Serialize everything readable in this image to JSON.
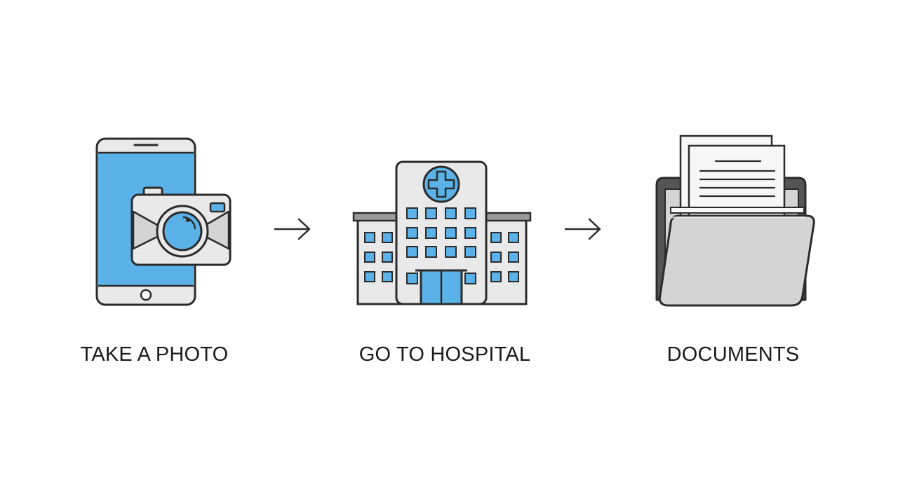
{
  "steps": [
    {
      "label": "TAKE A PHOTO",
      "icon": "phone-camera-icon"
    },
    {
      "label": "GO TO HOSPITAL",
      "icon": "hospital-building-icon"
    },
    {
      "label": "DOCUMENTS",
      "icon": "document-folder-icon"
    }
  ],
  "connectors": [
    "arrow-right-icon",
    "arrow-right-icon"
  ],
  "colors": {
    "stroke": "#2b2b2b",
    "accent_blue": "#5bb2e8",
    "light_gray": "#e9e9e9",
    "mid_gray": "#d4d4d4",
    "dark_gray": "#555555",
    "paper": "#f7f7f7"
  }
}
